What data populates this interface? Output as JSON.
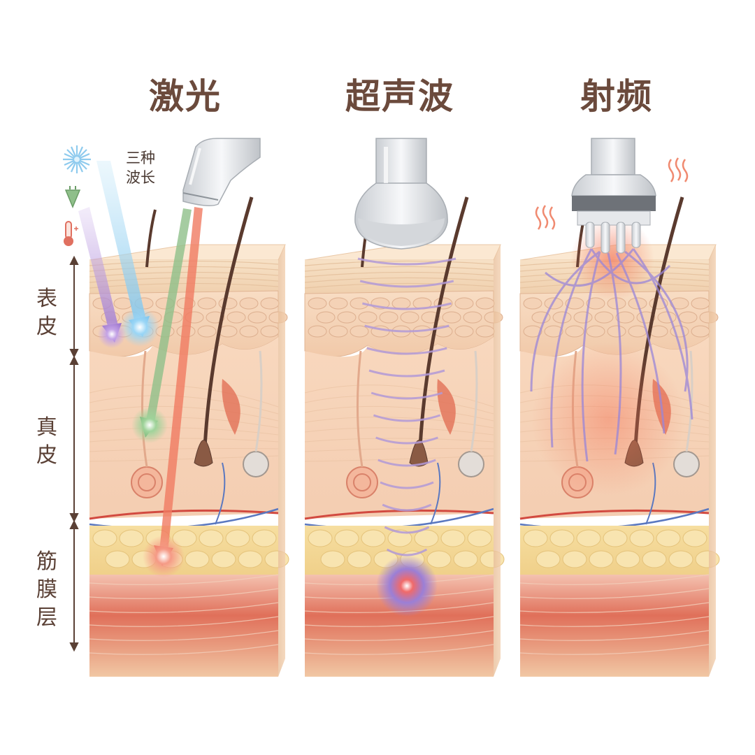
{
  "titles": {
    "laser": "激光",
    "ultrasound": "超声波",
    "radiofrequency": "射频"
  },
  "laser_note": {
    "line1": "三种",
    "line2": "波长"
  },
  "layers": {
    "epidermis": {
      "line1": "表",
      "line2": "皮"
    },
    "dermis": {
      "line1": "真",
      "line2": "皮"
    },
    "fascia": {
      "line1": "筋",
      "line2": "膜",
      "line3": "层"
    }
  },
  "colors": {
    "title_text": "#6b4a3c",
    "skin_surface": "#f3d6b8",
    "dermis": "#f6d0b4",
    "fat": "#f2d58e",
    "muscle": "#d9624f",
    "laser_blue": "#7fc6ee",
    "laser_purple": "#b48ad6",
    "laser_green": "#8fbf8a",
    "laser_red": "#f07a62",
    "ultrasound_wave": "#b29ad8",
    "rf_current": "#9a86d8",
    "rf_heat": "#f08a70"
  },
  "icons": [
    "sun-icon",
    "drop-icon",
    "thermometer-icon",
    "heat-wave-icon"
  ]
}
